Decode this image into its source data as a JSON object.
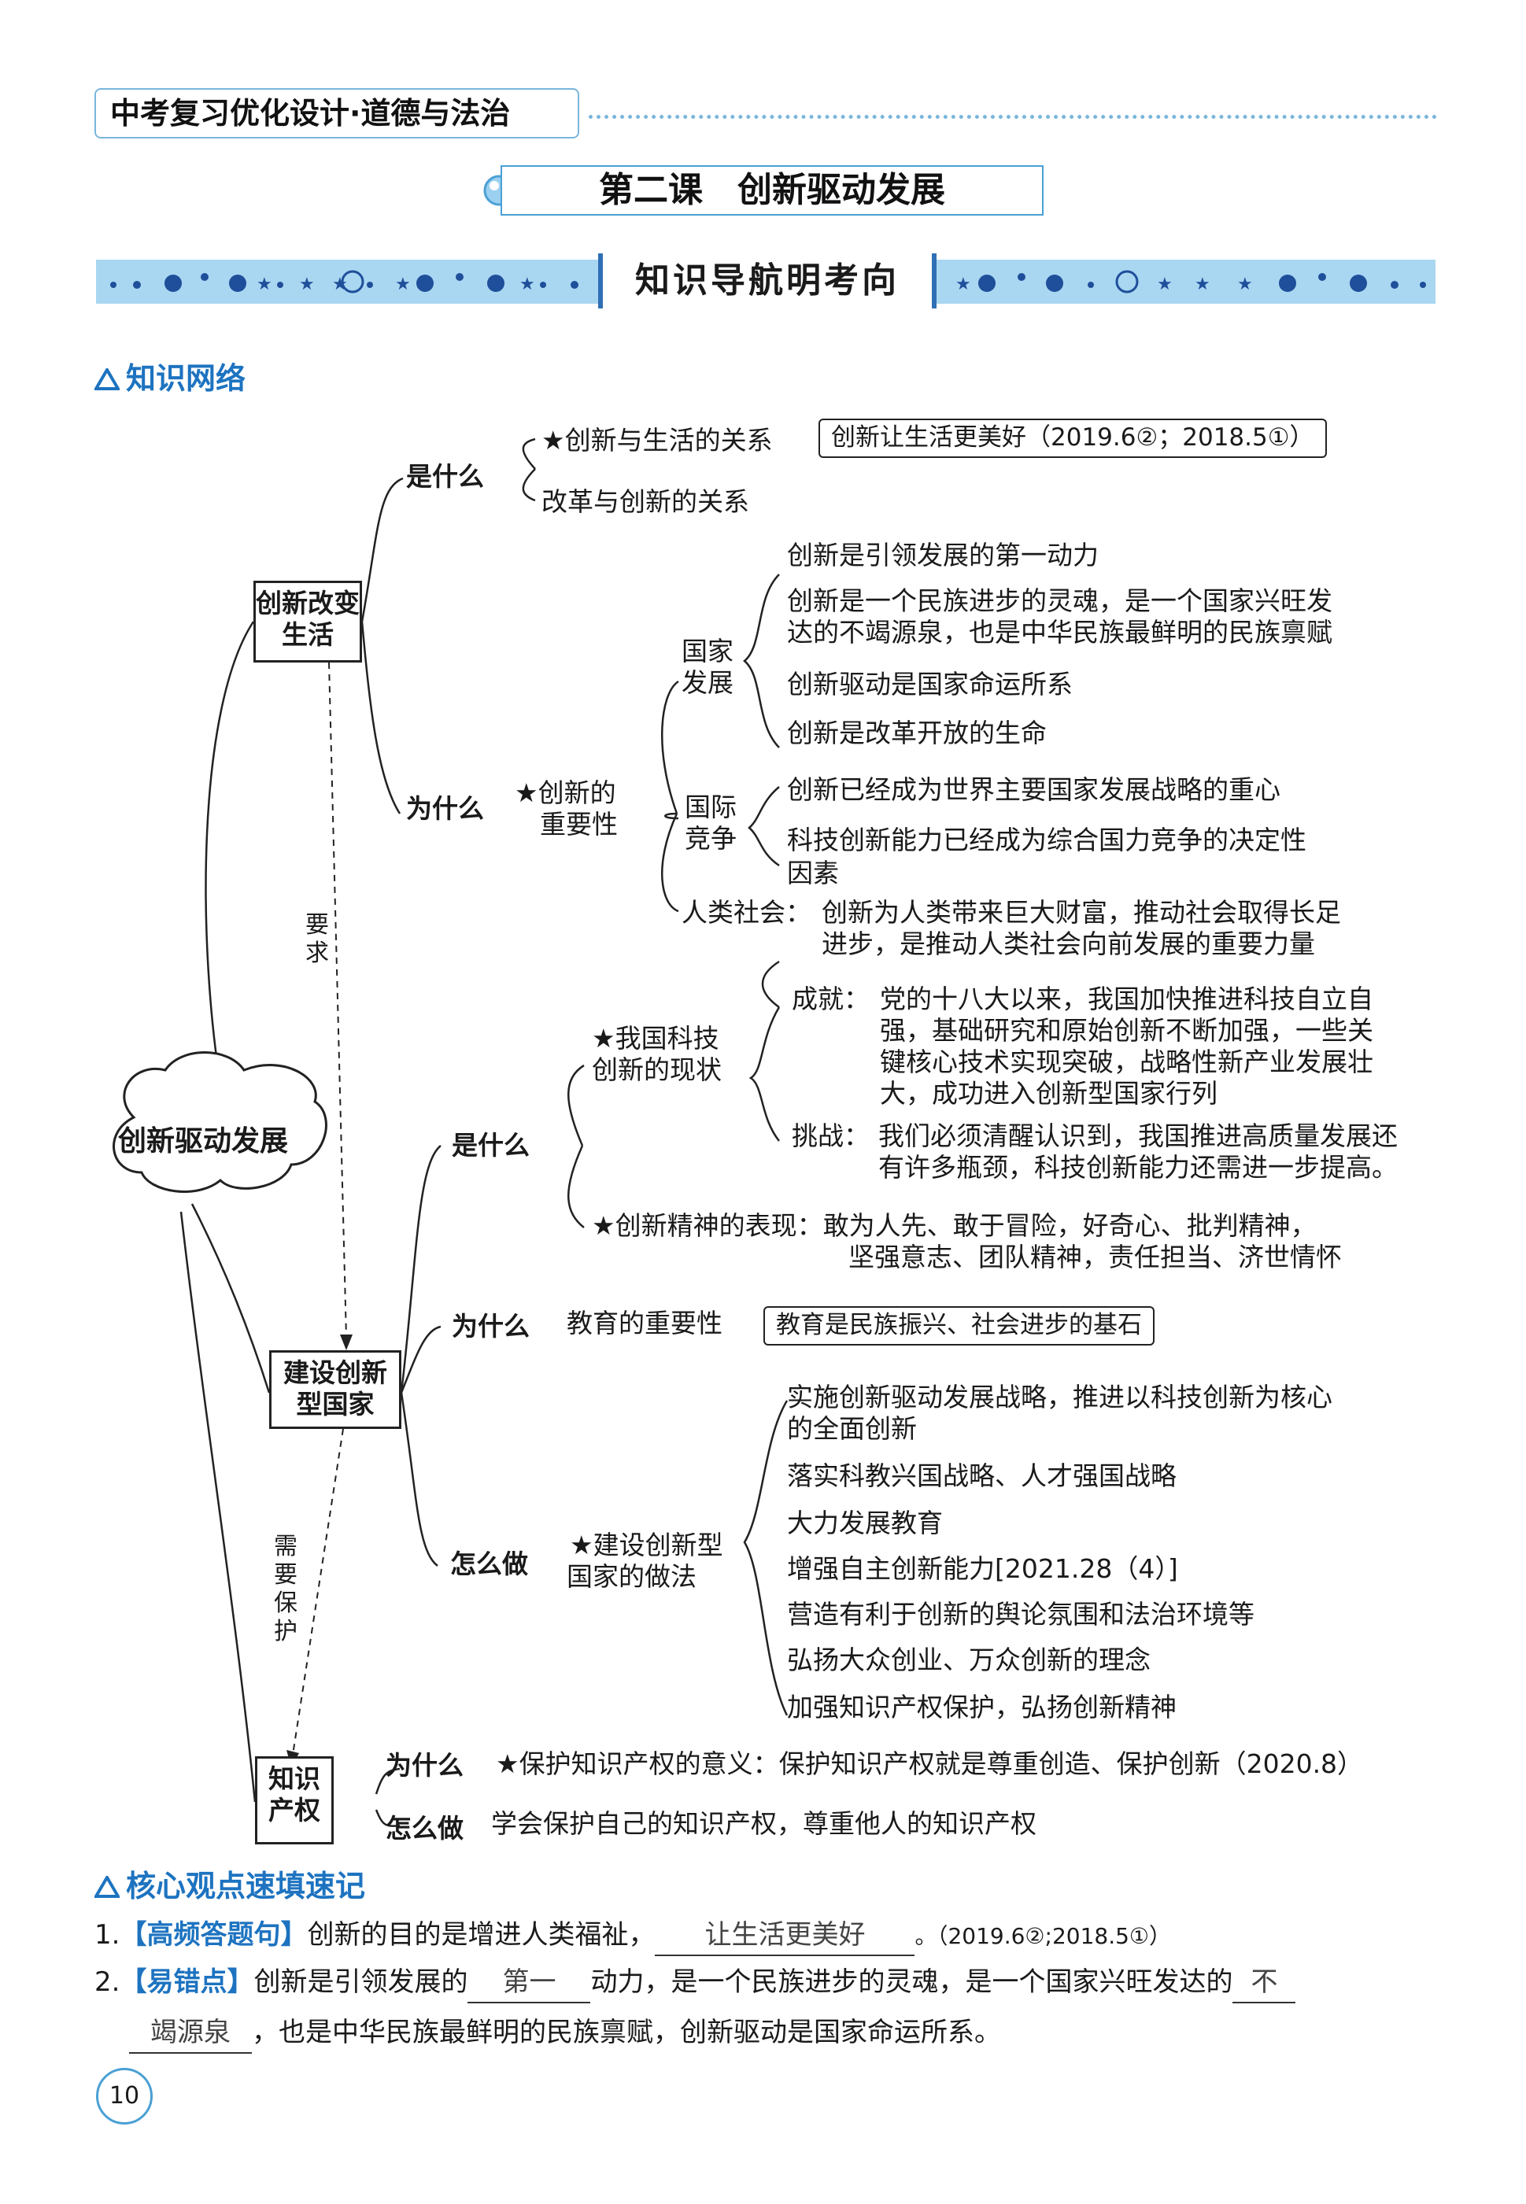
{
  "header": {
    "book_title": "中考复习优化设计·道德与法治"
  },
  "lesson": {
    "title": "第二课　创新驱动发展"
  },
  "banner": {
    "title": "知识导航明考向"
  },
  "knowledge_net": {
    "heading": "知识网络",
    "root": "创新驱动发展",
    "node1": "创新改变生活",
    "node2": "建设创新型国家",
    "node3": "知识产权",
    "link_require": "要求",
    "link_protect": "需要保护",
    "n1_what": "是什么",
    "n1_what_a": "★创新与生活的关系",
    "n1_what_a_box": "创新让生活更美好（2019.6②；2018.5①）",
    "n1_what_b": "改革与创新的关系",
    "n1_why": "为什么",
    "n1_why_sub_line1": "★创新的",
    "n1_why_sub_line2": "重要性",
    "country_line1": "国家",
    "country_line2": "发展",
    "country_items": [
      "创新是引领发展的第一动力",
      "创新是一个民族进步的灵魂，是一个国家兴旺发",
      "达的不竭源泉，也是中华民族最鲜明的民族禀赋",
      "创新驱动是国家命运所系",
      "创新是改革开放的生命"
    ],
    "intl_line1": "国际",
    "intl_line2": "竞争",
    "intl_items": [
      "创新已经成为世界主要国家发展战略的重心",
      "科技创新能力已经成为综合国力竞争的决定性",
      "因素"
    ],
    "human_label": "人类社会：",
    "human_line1": "创新为人类带来巨大财富，推动社会取得长足",
    "human_line2": "进步，是推动人类社会向前发展的重要力量",
    "n2_what": "是什么",
    "status_line1": "★我国科技",
    "status_line2": "创新的现状",
    "achieve_label": "成就：",
    "achieve_lines": [
      "党的十八大以来，我国加快推进科技自立自",
      "强，基础研究和原始创新不断加强，一些关",
      "键核心技术实现突破，战略性新产业发展壮",
      "大，成功进入创新型国家行列"
    ],
    "challenge_label": "挑战：",
    "challenge_lines": [
      "我们必须清醒认识到，我国推进高质量发展还",
      "有许多瓶颈，科技创新能力还需进一步提高。"
    ],
    "spirit_line1": "★创新精神的表现：敢为人先、敢于冒险，好奇心、批判精神，",
    "spirit_line2": "坚强意志、团队精神，责任担当、济世情怀",
    "n2_why": "为什么",
    "n2_why_a": "教育的重要性",
    "n2_why_box": "教育是民族振兴、社会进步的基石",
    "n2_how": "怎么做",
    "build_line1": "★建设创新型",
    "build_line2": "国家的做法",
    "build_items": [
      "实施创新驱动发展战略，推进以科技创新为核心",
      "的全面创新",
      "落实科教兴国战略、人才强国战略",
      "大力发展教育",
      "增强自主创新能力[2021.28（4）]",
      "营造有利于创新的舆论氛围和法治环境等",
      "弘扬大众创业、万众创新的理念",
      "加强知识产权保护，弘扬创新精神"
    ],
    "n3_why": "为什么",
    "n3_why_a": "★保护知识产权的意义：保护知识产权就是尊重创造、保护创新（2020.8）",
    "n3_how": "怎么做",
    "n3_how_a": "学会保护自己的知识产权，尊重他人的知识产权"
  },
  "core_points": {
    "heading": "核心观点速填速记",
    "q1_num": "1.",
    "q1_tag": "【高频答题句】",
    "q1_pre": "创新的目的是增进人类福祉，",
    "q1_blank": "让生活更美好",
    "q1_post": "。（2019.6②;2018.5①）",
    "q2_num": "2.",
    "q2_tag": "【易错点】",
    "q2_pre": "创新是引领发展的",
    "q2_blank1": "第一",
    "q2_mid": "动力，是一个民族进步的灵魂，是一个国家兴旺发达的",
    "q2_blank2a": "不",
    "q2_blank2b": "竭源泉",
    "q2_post": "，也是中华民族最鲜明的民族禀赋，创新驱动是国家命运所系。"
  },
  "page_number": "10"
}
